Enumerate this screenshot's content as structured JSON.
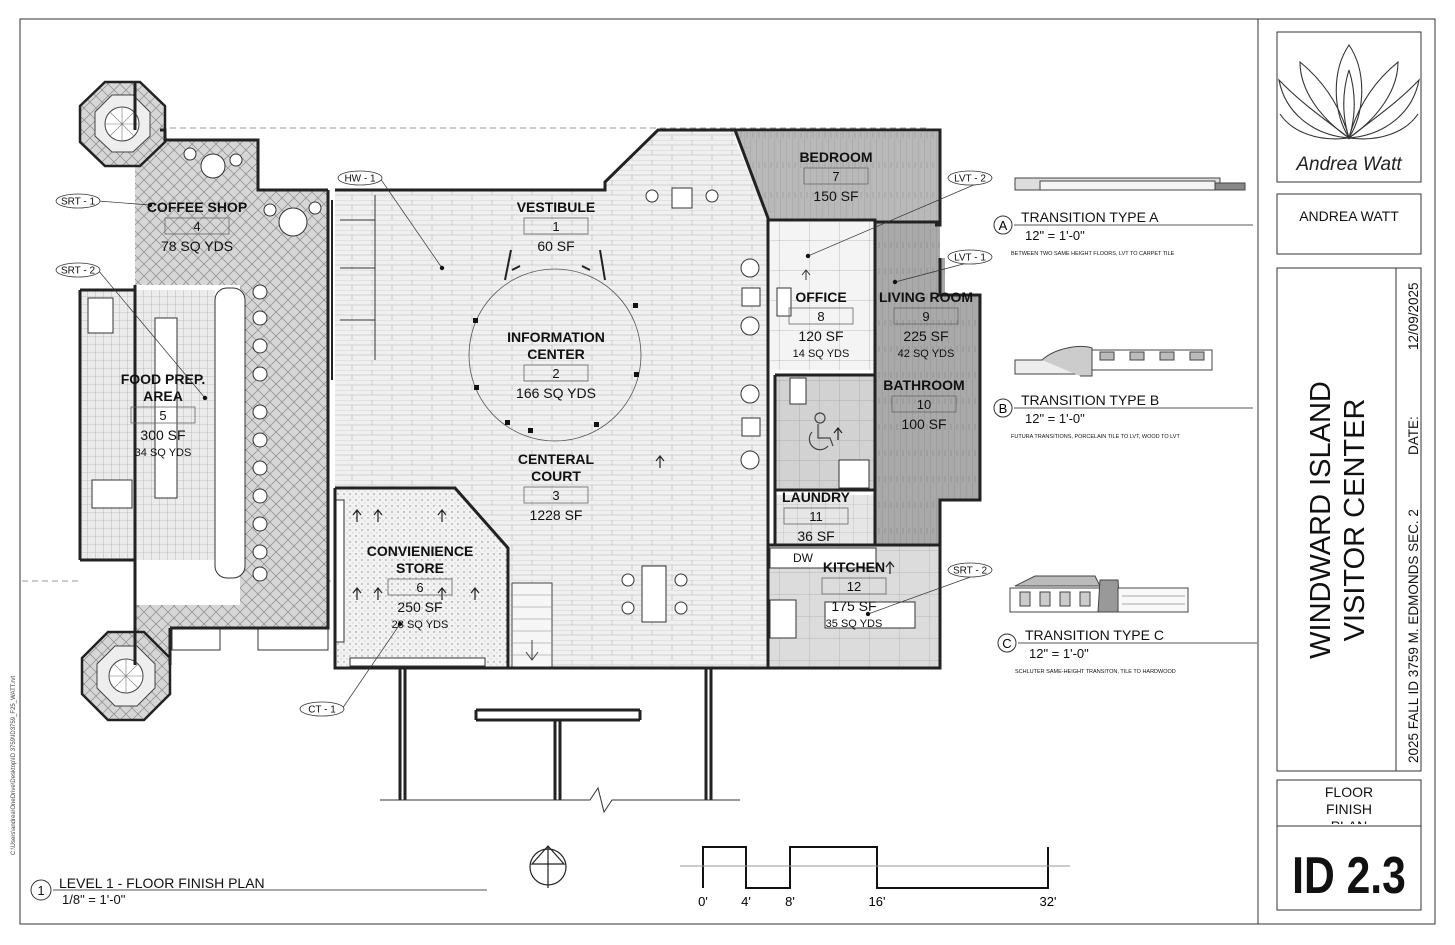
{
  "title_block": {
    "designer_signature": "Andrea Watt",
    "designer_name": "ANDREA WATT",
    "project_line1": "WINDWARD ISLAND",
    "project_line2": "VISITOR CENTER",
    "course_line": "2025 FALL ID 3759 M. EDMONDS SEC. 2",
    "date_label": "DATE:",
    "date_value": "12/09/2025",
    "sheet_title": "FLOOR FINISH PLAN",
    "sheet_number": "ID 2.3"
  },
  "plan": {
    "view_number": "1",
    "view_title": "LEVEL 1 - FLOOR FINISH PLAN",
    "view_scale": "1/8\" = 1'-0\"",
    "file_path": "C:\\Users\\andrea\\OneDrive\\Desktop\\ID 3759\\ID3759_F25_WATT.rvt",
    "scale_labels": [
      "0'",
      "4'",
      "8'",
      "16'",
      "32'"
    ]
  },
  "rooms": [
    {
      "name": "VESTIBULE",
      "number": "1",
      "area": "60 SF",
      "yds": ""
    },
    {
      "name": "INFORMATION",
      "name2": "CENTER",
      "number": "2",
      "area": "166 SQ YDS",
      "yds": ""
    },
    {
      "name": "CENTERAL",
      "name2": "COURT",
      "number": "3",
      "area": "1228 SF",
      "yds": ""
    },
    {
      "name": "COFFEE SHOP",
      "number": "4",
      "area": "78 SQ YDS",
      "yds": ""
    },
    {
      "name": "FOOD PREP.",
      "name2": "AREA",
      "number": "5",
      "area": "300 SF",
      "yds": "34 SQ YDS"
    },
    {
      "name": "CONVIENIENCE",
      "name2": "STORE",
      "number": "6",
      "area": "250 SF",
      "yds": "28 SQ YDS"
    },
    {
      "name": "BEDROOM",
      "number": "7",
      "area": "150 SF",
      "yds": ""
    },
    {
      "name": "OFFICE",
      "number": "8",
      "area": "120 SF",
      "yds": "14 SQ YDS"
    },
    {
      "name": "LIVING ROOM",
      "number": "9",
      "area": "225 SF",
      "yds": "42 SQ YDS"
    },
    {
      "name": "BATHROOM",
      "number": "10",
      "area": "100 SF",
      "yds": ""
    },
    {
      "name": "LAUNDRY",
      "number": "11",
      "area": "36 SF",
      "yds": ""
    },
    {
      "name": "KITCHEN",
      "number": "12",
      "area": "175 SF",
      "yds": "35 SQ YDS"
    }
  ],
  "material_tags": [
    "SRT - 1",
    "SRT - 2",
    "HW - 1",
    "LVT - 2",
    "LVT - 1",
    "SRT - 2",
    "CT - 1"
  ],
  "dw_label": "DW",
  "transitions": [
    {
      "letter": "A",
      "title": "TRANSITION TYPE A",
      "scale": "12\" = 1'-0\"",
      "note": "BETWEEN TWO SAME HEIGHT FLOORS, LVT TO CARPET TILE"
    },
    {
      "letter": "B",
      "title": "TRANSITION TYPE B",
      "scale": "12\" = 1'-0\"",
      "note": "FUTURA TRANSITIONS, PORCELAIN TILE TO LVT, WOOD TO LVT"
    },
    {
      "letter": "C",
      "title": "TRANSITION TYPE C",
      "scale": "12\" = 1'-0\"",
      "note": "SCHLUTER SAME-HEIGHT TRANSITON, TILE TO HARDWOOD"
    }
  ],
  "icons": [
    "lotus-logo-icon",
    "north-arrow-icon",
    "accessibility-icon",
    "stair-icon"
  ]
}
